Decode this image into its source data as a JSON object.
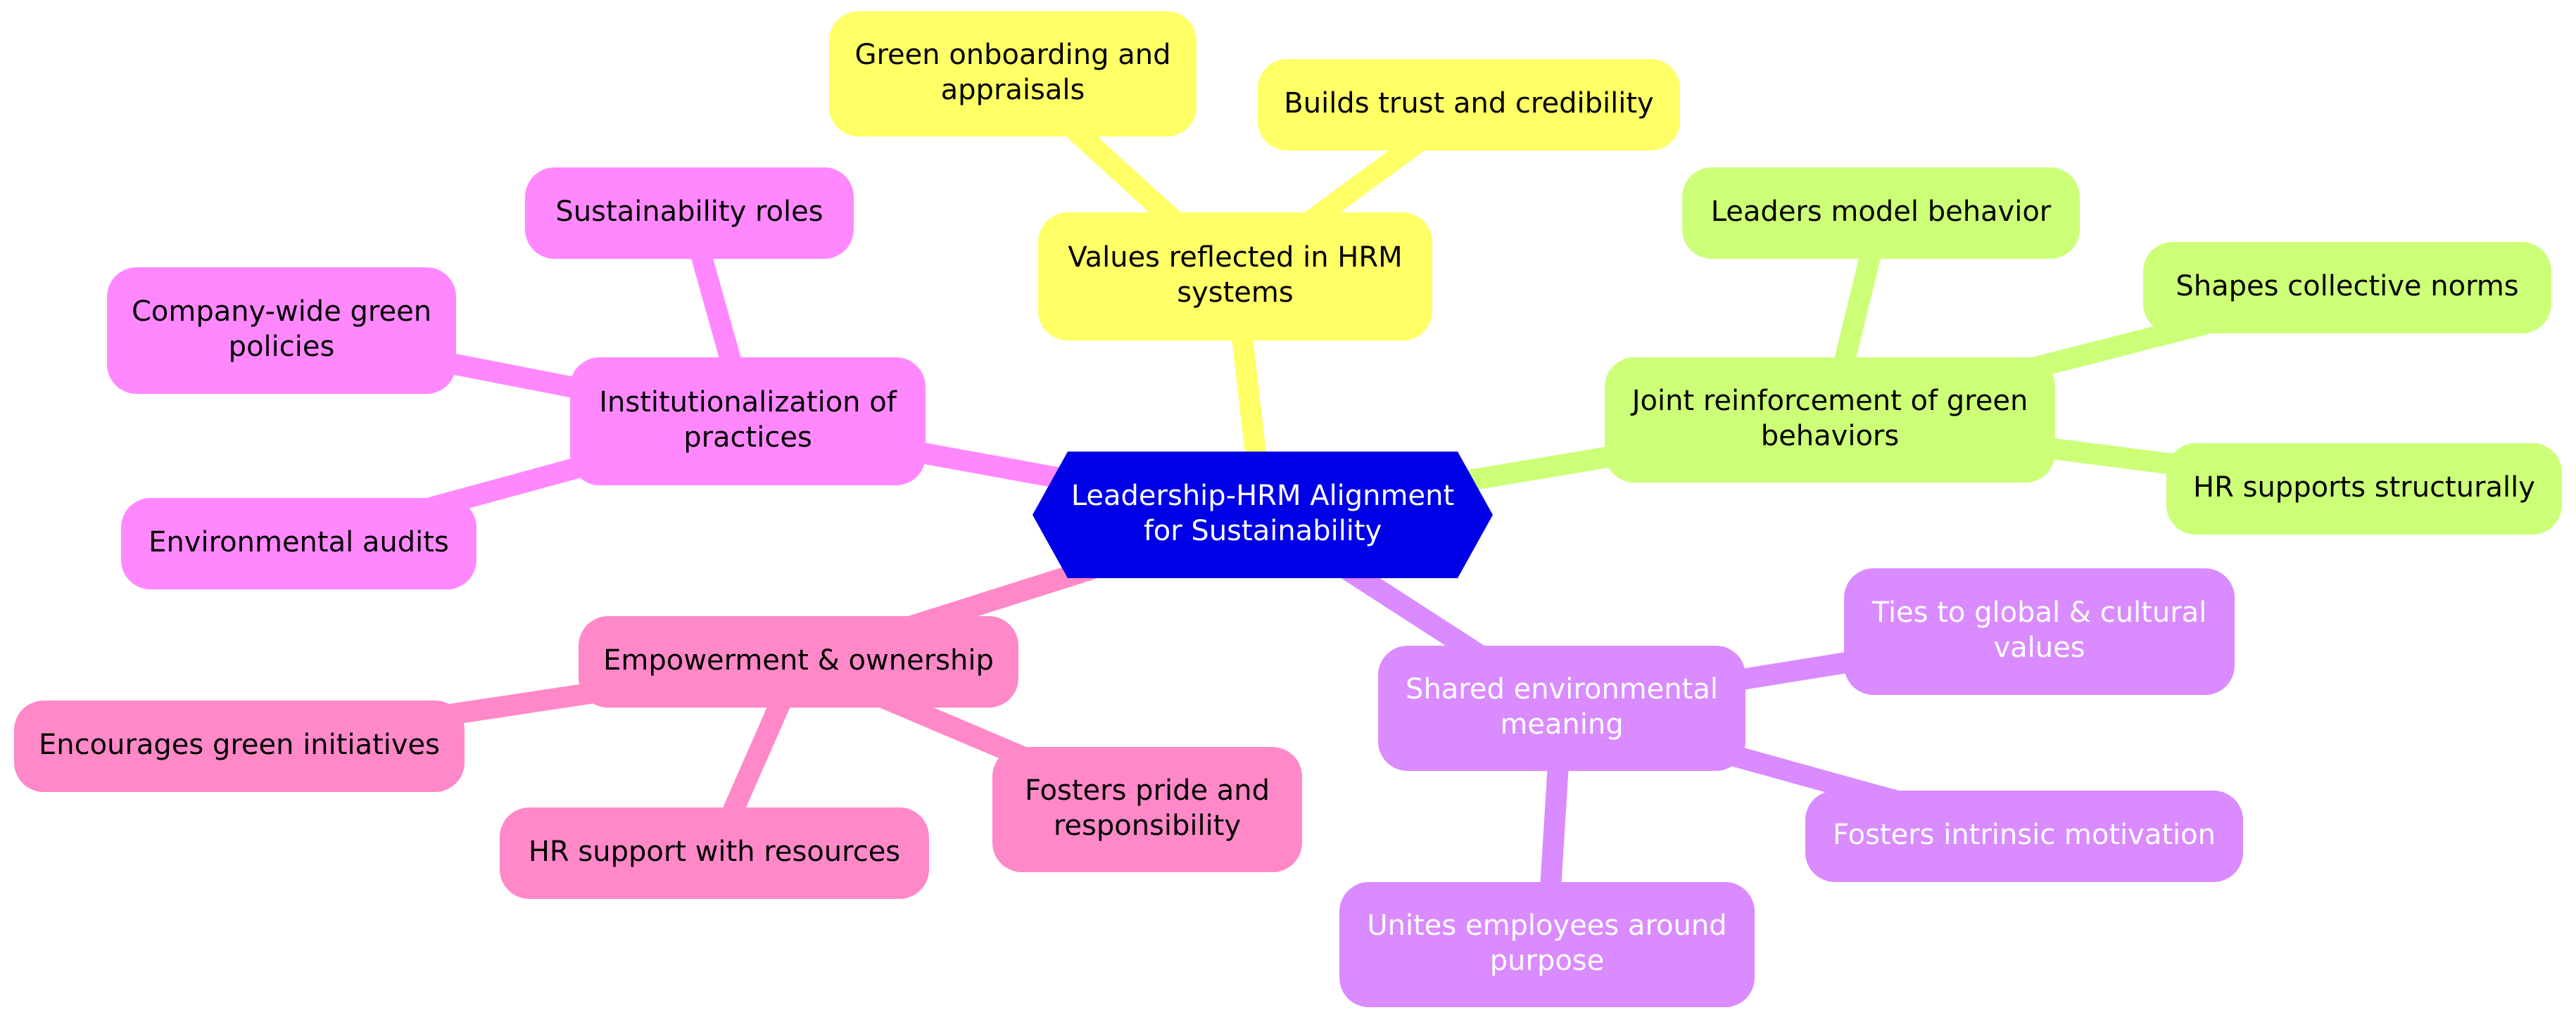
{
  "colors": {
    "center": "#0000e6",
    "yellow": "#ffff66",
    "green": "#ccff77",
    "violet": "#d98bff",
    "pink": "#ff88c8",
    "magenta": "#ff88ff",
    "dark_text": "#000000",
    "light_text": "#ffffff"
  },
  "mindmap": {
    "center": {
      "lines": [
        "Leadership-HRM Alignment",
        "for Sustainability"
      ]
    },
    "branches": [
      {
        "id": "values",
        "color": "yellow",
        "lines": [
          "Values reflected in HRM",
          "systems"
        ],
        "children": [
          {
            "id": "values-onboarding",
            "lines": [
              "Green onboarding and",
              "appraisals"
            ]
          },
          {
            "id": "values-trust",
            "lines": [
              "Builds trust and credibility"
            ]
          }
        ]
      },
      {
        "id": "joint",
        "color": "green",
        "lines": [
          "Joint reinforcement of green",
          "behaviors"
        ],
        "children": [
          {
            "id": "joint-leaders",
            "lines": [
              "Leaders model behavior"
            ]
          },
          {
            "id": "joint-norms",
            "lines": [
              "Shapes collective norms"
            ]
          },
          {
            "id": "joint-hr",
            "lines": [
              "HR supports structurally"
            ]
          }
        ]
      },
      {
        "id": "shared",
        "color": "violet",
        "text_color": "light_text",
        "lines": [
          "Shared environmental",
          "meaning"
        ],
        "children": [
          {
            "id": "shared-global",
            "lines": [
              "Ties to global & cultural",
              "values"
            ]
          },
          {
            "id": "shared-intrinsic",
            "lines": [
              "Fosters intrinsic motivation"
            ]
          },
          {
            "id": "shared-unites",
            "lines": [
              "Unites employees around",
              "purpose"
            ]
          }
        ]
      },
      {
        "id": "empower",
        "color": "pink",
        "lines": [
          "Empowerment & ownership"
        ],
        "children": [
          {
            "id": "empower-initiatives",
            "lines": [
              "Encourages green initiatives"
            ]
          },
          {
            "id": "empower-resources",
            "lines": [
              "HR support with resources"
            ]
          },
          {
            "id": "empower-pride",
            "lines": [
              "Fosters pride and",
              "responsibility"
            ]
          }
        ]
      },
      {
        "id": "institution",
        "color": "magenta",
        "lines": [
          "Institutionalization of",
          "practices"
        ],
        "children": [
          {
            "id": "institution-roles",
            "lines": [
              "Sustainability roles"
            ]
          },
          {
            "id": "institution-policies",
            "lines": [
              "Company-wide green",
              "policies"
            ]
          },
          {
            "id": "institution-audits",
            "lines": [
              "Environmental audits"
            ]
          }
        ]
      }
    ]
  }
}
